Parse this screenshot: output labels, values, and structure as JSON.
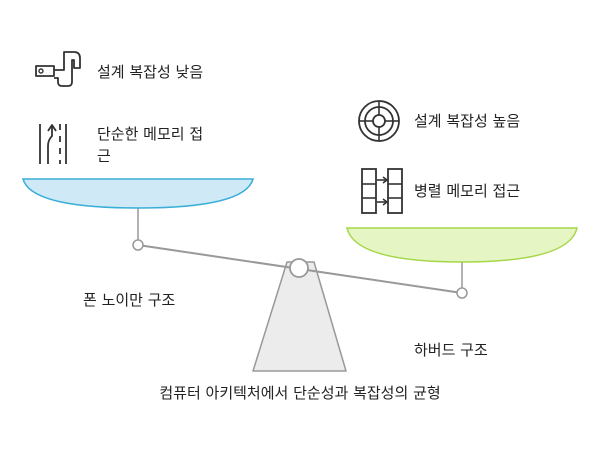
{
  "title": "컴퓨터 아키텍처에서 단순성과 복잡성의 균형",
  "left": {
    "label": "폰 노이만 구조",
    "features": [
      {
        "icon": "simple-pipe-icon",
        "text": "설계 복잡성 낮음"
      },
      {
        "icon": "single-path-memory-icon",
        "text_line1": "단순한 메모리 접",
        "text_line2": "근"
      }
    ],
    "pan_color": "#cfeaf6",
    "pan_stroke": "#3aaed8"
  },
  "right": {
    "label": "하버드 구조",
    "features": [
      {
        "icon": "complex-target-icon",
        "text": "설계 복잡성 높음"
      },
      {
        "icon": "parallel-memory-icon",
        "text": "병렬 메모리 접근"
      }
    ],
    "pan_color": "#e6f5c4",
    "pan_stroke": "#a6d64a"
  },
  "colors": {
    "beam": "#999999",
    "fulcrum_fill": "#ececec",
    "fulcrum_stroke": "#999999"
  }
}
